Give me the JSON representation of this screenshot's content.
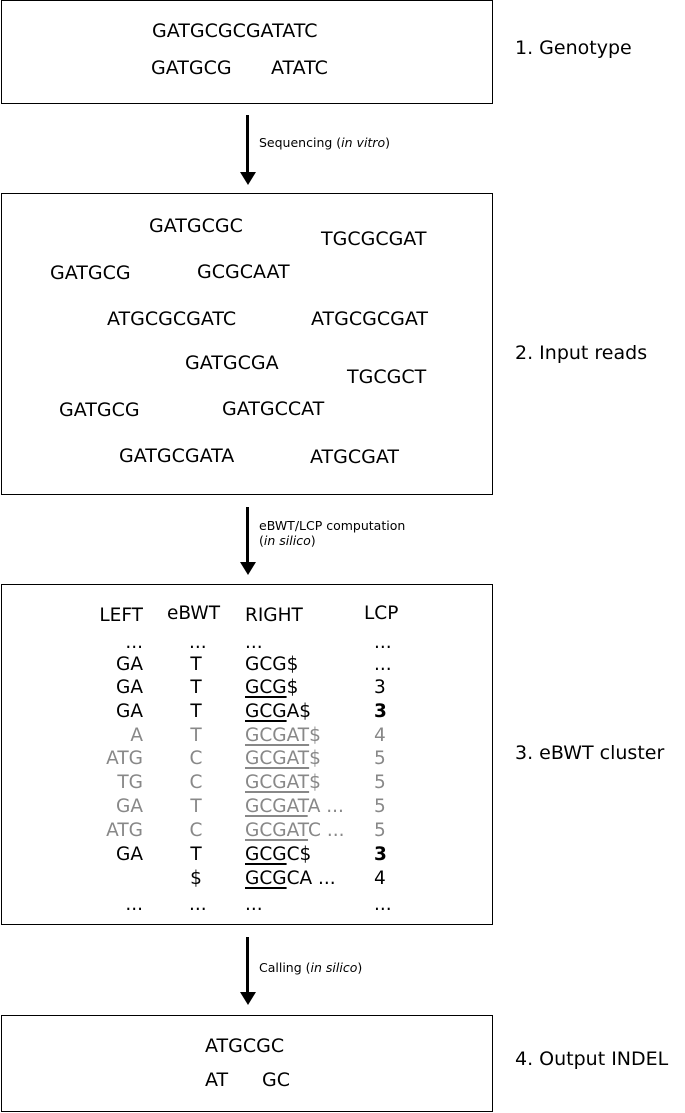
{
  "genotype": {
    "step_label": "1. Genotype",
    "sequence": "GATGCGCGATATC",
    "left": "GATGCG",
    "right": "ATATC"
  },
  "arrow1": {
    "label": "Sequencing",
    "label_italic": "in vitro"
  },
  "reads": {
    "step_label": "2. Input reads",
    "items": [
      "GATGCGC",
      "TGCGCGAT",
      "GATGCG",
      "GCGCAAT",
      "ATGCGCGATC",
      "ATGCGCGAT",
      "GATGCGA",
      "TGCGCT",
      "GATGCG",
      "GATGCCAT",
      "GATGCGATA",
      "ATGCGAT"
    ]
  },
  "arrow2": {
    "label": "eBWT/LCP computation",
    "label_italic": "in silico"
  },
  "cluster": {
    "step_label": "3. eBWT cluster",
    "headers": {
      "left": "LEFT",
      "ebwt": "eBWT",
      "right": "RIGHT",
      "lcp": "LCP"
    },
    "rows": [
      {
        "left": "...",
        "ebwt": "...",
        "right_u": "",
        "right_rest": "...",
        "lcp": "...",
        "grey": false,
        "lcp_bold": false
      },
      {
        "left": "GA",
        "ebwt": "T",
        "right_u": "",
        "right_rest": "GCG$",
        "lcp": "...",
        "grey": false,
        "lcp_bold": false
      },
      {
        "left": "GA",
        "ebwt": "T",
        "right_u": "GCG",
        "right_rest": "$",
        "lcp": "3",
        "grey": false,
        "lcp_bold": false
      },
      {
        "left": "GA",
        "ebwt": "T",
        "right_u": "GCG",
        "right_rest": "A$",
        "lcp": "3",
        "grey": false,
        "lcp_bold": true
      },
      {
        "left": "A",
        "ebwt": "T",
        "right_u": "GCGAT",
        "right_rest": "$",
        "lcp": "4",
        "grey": true,
        "lcp_bold": false
      },
      {
        "left": "ATG",
        "ebwt": "C",
        "right_u": "GCGAT",
        "right_rest": "$",
        "lcp": "5",
        "grey": true,
        "lcp_bold": false
      },
      {
        "left": "TG",
        "ebwt": "C",
        "right_u": "GCGAT",
        "right_rest": "$",
        "lcp": "5",
        "grey": true,
        "lcp_bold": false
      },
      {
        "left": "GA",
        "ebwt": "T",
        "right_u": "GCGAT",
        "right_rest": "A ...",
        "lcp": "5",
        "grey": true,
        "lcp_bold": false
      },
      {
        "left": "ATG",
        "ebwt": "C",
        "right_u": "GCGAT",
        "right_rest": "C ...",
        "lcp": "5",
        "grey": true,
        "lcp_bold": false
      },
      {
        "left": "GA",
        "ebwt": "T",
        "right_u": "GCG",
        "right_rest": "C$",
        "lcp": "3",
        "grey": false,
        "lcp_bold": true
      },
      {
        "left": "",
        "ebwt": "$",
        "right_u": "GCG",
        "right_rest": "CA ...",
        "lcp": "4",
        "grey": false,
        "lcp_bold": false
      },
      {
        "left": "...",
        "ebwt": "...",
        "right_u": "",
        "right_rest": "...",
        "lcp": "...",
        "grey": false,
        "lcp_bold": false
      }
    ]
  },
  "arrow3": {
    "label": "Calling",
    "label_italic": "in silico"
  },
  "output": {
    "step_label": "4. Output INDEL",
    "sequence": "ATGCGC",
    "left": "AT",
    "right": "GC"
  }
}
